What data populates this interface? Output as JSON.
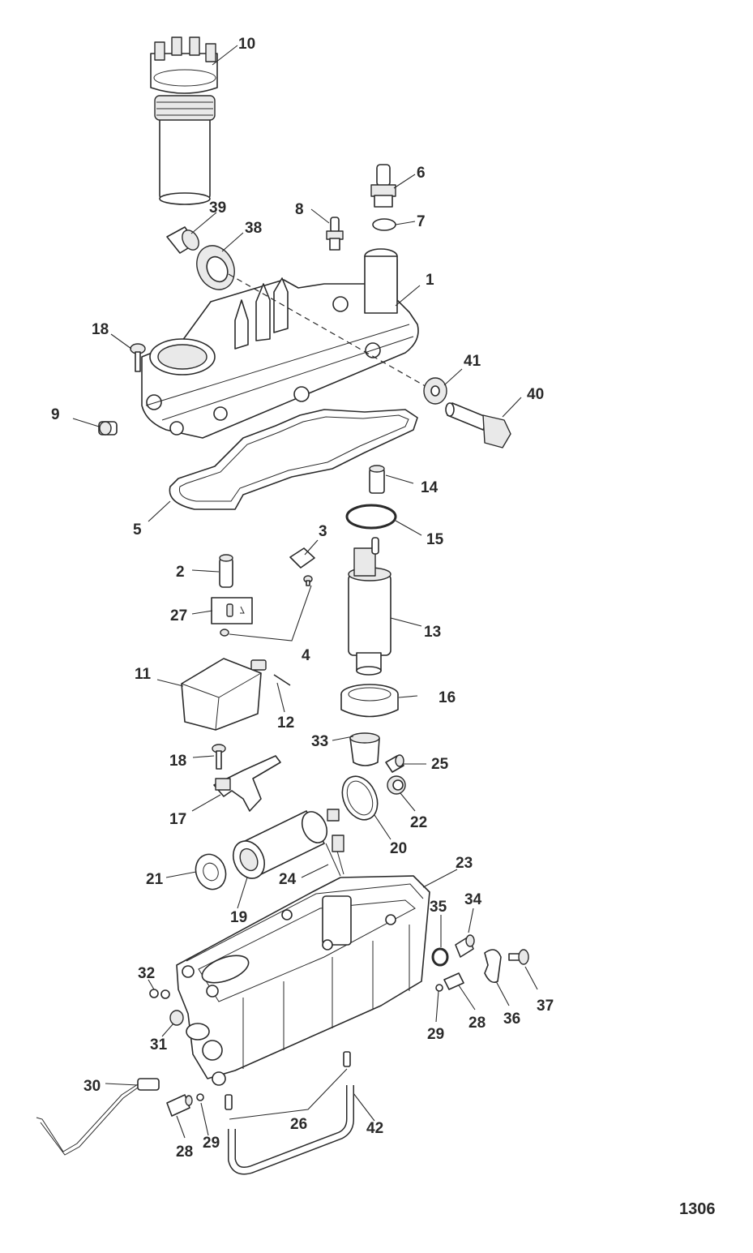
{
  "figure_number": "1306",
  "callouts": {
    "c10": "10",
    "c6": "6",
    "c39": "39",
    "c8": "8",
    "c7": "7",
    "c38": "38",
    "c1": "1",
    "c18a": "18",
    "c41": "41",
    "c40": "40",
    "c9": "9",
    "c14": "14",
    "c5": "5",
    "c15": "15",
    "c3": "3",
    "c2": "2",
    "c27": "27",
    "c13": "13",
    "c4": "4",
    "c11": "11",
    "c16": "16",
    "c12": "12",
    "c33": "33",
    "c18b": "18",
    "c25": "25",
    "c17": "17",
    "c22": "22",
    "c20": "20",
    "c23": "23",
    "c21": "21",
    "c24": "24",
    "c35": "35",
    "c34": "34",
    "c19": "19",
    "c32": "32",
    "c37": "37",
    "c36": "36",
    "c28a": "28",
    "c29a": "29",
    "c31": "31",
    "c30": "30",
    "c26": "26",
    "c42": "42",
    "c28b": "28",
    "c29b": "29"
  }
}
